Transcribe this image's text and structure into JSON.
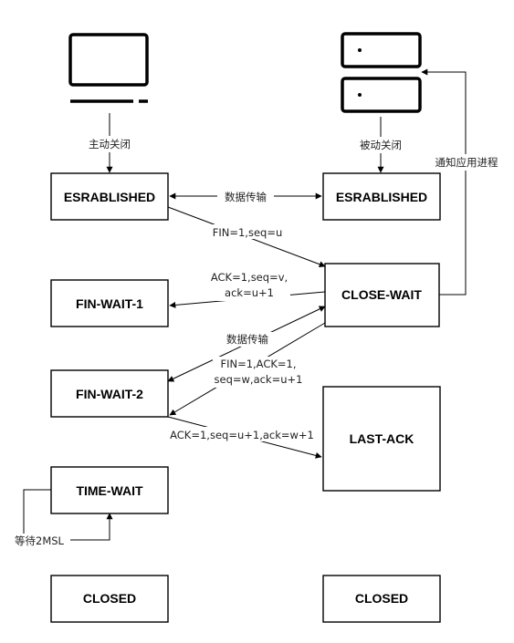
{
  "client": {
    "action_label": "主动关闭",
    "states": [
      "ESRABLISHED",
      "FIN-WAIT-1",
      "FIN-WAIT-2",
      "TIME-WAIT",
      "CLOSED"
    ],
    "wait_label": "等待2MSL"
  },
  "server": {
    "action_label": "被动关闭",
    "notify_label": "通知应用进程",
    "states": [
      "ESRABLISHED",
      "CLOSE-WAIT",
      "LAST-ACK",
      "CLOSED"
    ]
  },
  "messages": {
    "data_transfer_1": "数据传输",
    "fin1": "FIN=1,seq=u",
    "ack1_line1": "ACK=1,seq=v,",
    "ack1_line2": "ack=u+1",
    "data_transfer_2": "数据传输",
    "fin2_line1": "FIN=1,ACK=1,",
    "fin2_line2": "seq=w,ack=u+1",
    "ack2": "ACK=1,seq=u+1,ack=w+1"
  }
}
